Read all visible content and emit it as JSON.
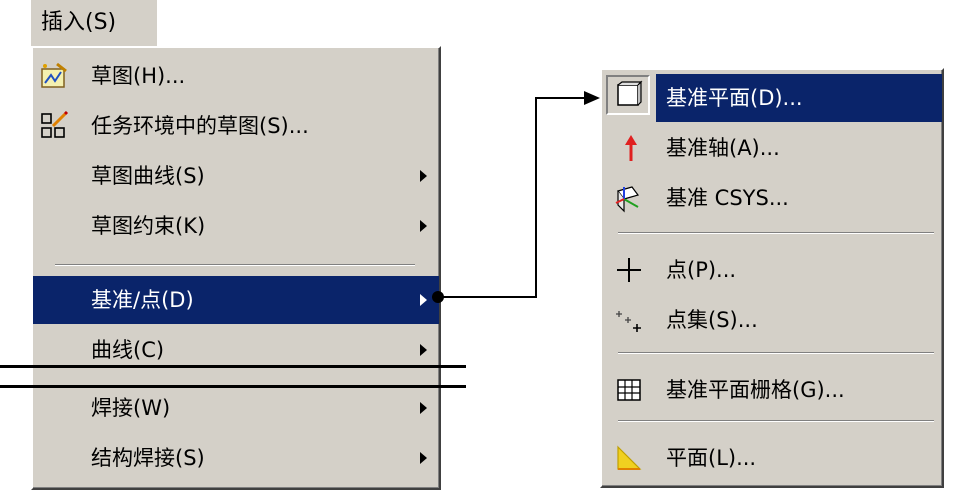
{
  "menubar": {
    "insert_label": "插入(S)"
  },
  "main_menu": {
    "items": [
      {
        "label": "草图(H)...",
        "icon": "sketch-icon",
        "submenu": false
      },
      {
        "label": "任务环境中的草图(S)...",
        "icon": "sketch-in-task-icon",
        "submenu": false
      },
      {
        "label": "草图曲线(S)",
        "icon": "",
        "submenu": true
      },
      {
        "label": "草图约束(K)",
        "icon": "",
        "submenu": true
      },
      {
        "label": "基准/点(D)",
        "icon": "",
        "submenu": true,
        "highlighted": true
      },
      {
        "label": "曲线(C)",
        "icon": "",
        "submenu": true
      },
      {
        "label": "焊接(W)",
        "icon": "",
        "submenu": true
      },
      {
        "label": "结构焊接(S)",
        "icon": "",
        "submenu": true
      }
    ]
  },
  "sub_menu": {
    "items": [
      {
        "label": "基准平面(D)...",
        "icon": "datum-plane-icon",
        "highlighted": true
      },
      {
        "label": "基准轴(A)...",
        "icon": "datum-axis-icon"
      },
      {
        "label": "基准 CSYS...",
        "icon": "datum-csys-icon"
      },
      {
        "label": "点(P)...",
        "icon": "point-icon"
      },
      {
        "label": "点集(S)...",
        "icon": "point-set-icon"
      },
      {
        "label": "基准平面栅格(G)...",
        "icon": "datum-plane-grid-icon"
      },
      {
        "label": "平面(L)...",
        "icon": "plane-icon"
      }
    ]
  },
  "colors": {
    "menu_bg": "#d4d0c8",
    "highlight_bg": "#0a246a",
    "highlight_text": "#ffffff",
    "axis_red": "#e02020"
  }
}
